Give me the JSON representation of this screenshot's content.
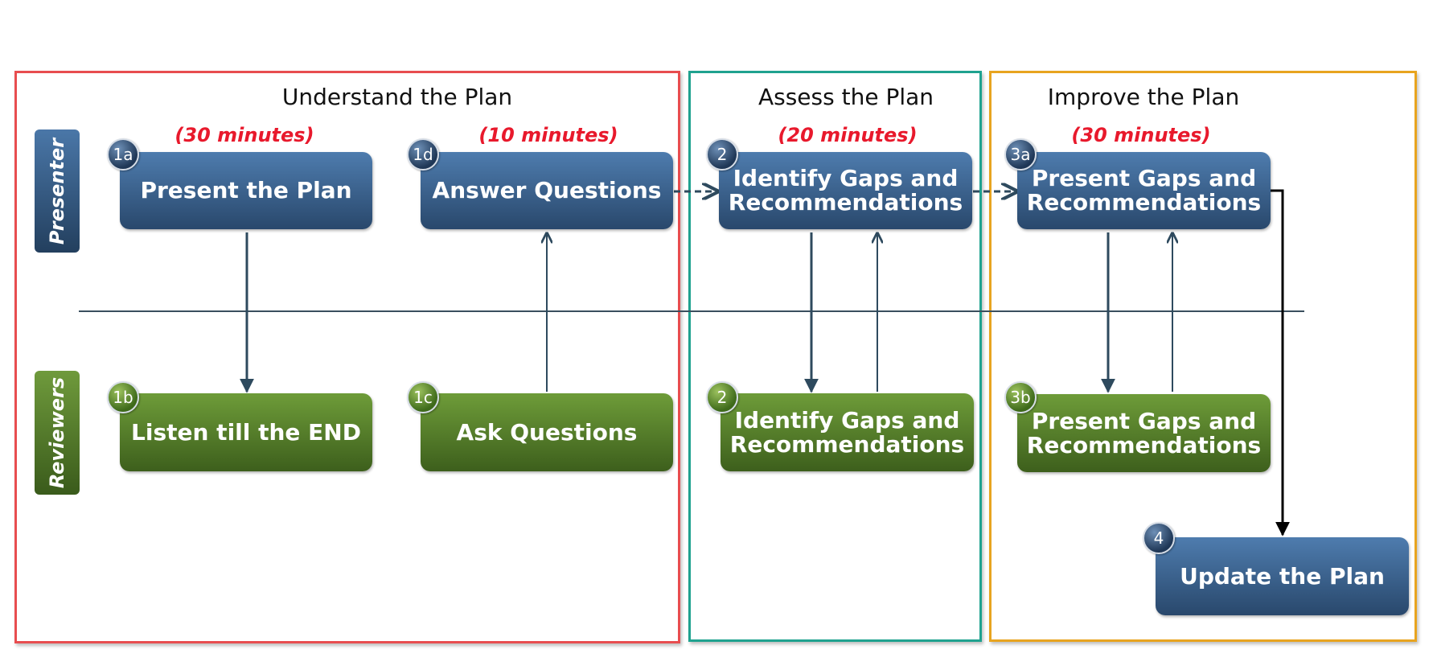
{
  "phases": [
    {
      "id": "understand",
      "title": "Understand the Plan",
      "color": "#e84d4f"
    },
    {
      "id": "assess",
      "title": "Assess the Plan",
      "color": "#1fa28f"
    },
    {
      "id": "improve",
      "title": "Improve the Plan",
      "color": "#e8a41f"
    }
  ],
  "lanes": {
    "presenter": "Presenter",
    "reviewers": "Reviewers"
  },
  "durations": {
    "d1a": "(30 minutes)",
    "d1d": "(10 minutes)",
    "d2": "(20 minutes)",
    "d3a": "(30 minutes)"
  },
  "steps": {
    "s1a": {
      "badge": "1a",
      "label": "Present the Plan"
    },
    "s1d": {
      "badge": "1d",
      "label": "Answer Questions"
    },
    "s2p": {
      "badge": "2",
      "label": "Identify Gaps and Recommendations"
    },
    "s3a": {
      "badge": "3a",
      "label": "Present Gaps and Recommendations"
    },
    "s1b": {
      "badge": "1b",
      "label": "Listen till the END"
    },
    "s1c": {
      "badge": "1c",
      "label": "Ask Questions"
    },
    "s2r": {
      "badge": "2",
      "label": "Identify Gaps and Recommendations"
    },
    "s3b": {
      "badge": "3b",
      "label": "Present Gaps and Recommendations"
    },
    "s4": {
      "badge": "4",
      "label": "Update the Plan"
    }
  },
  "colors": {
    "presenter": "#2f5077",
    "reviewers": "#4c7127",
    "arrow": "#2e4a5e"
  }
}
